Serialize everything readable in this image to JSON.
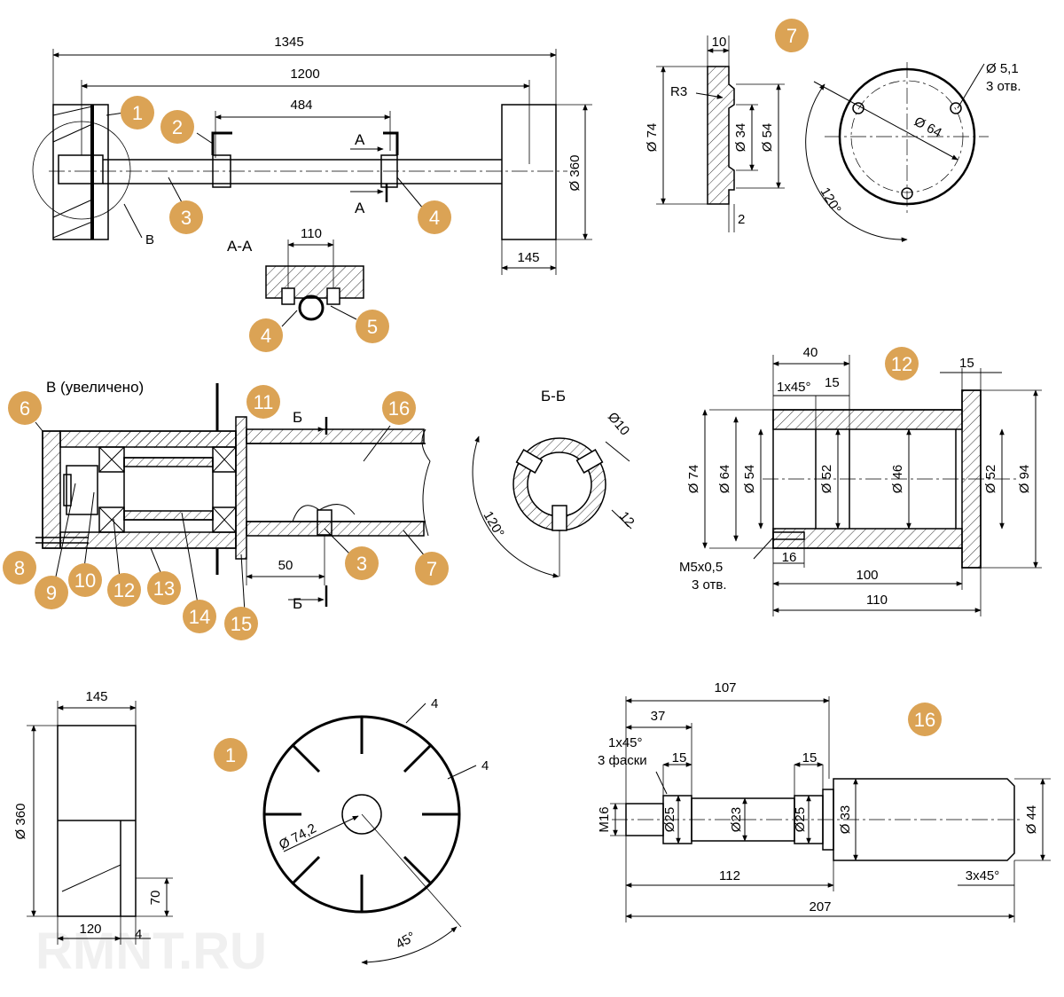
{
  "colors": {
    "badge": "#dba355",
    "line": "#000000",
    "watermark": "#eeeeee"
  },
  "watermark": "RMNT.RU",
  "badges": [
    "1",
    "2",
    "3",
    "4",
    "4",
    "5",
    "7",
    "11",
    "16",
    "6",
    "8",
    "9",
    "10",
    "12",
    "13",
    "14",
    "15",
    "3",
    "7",
    "12",
    "1",
    "16"
  ],
  "assembly": {
    "dims": [
      "1345",
      "1200",
      "484",
      "145",
      "Ø 360"
    ],
    "section_marks": [
      "A",
      "A"
    ],
    "view_mark": "B"
  },
  "section_aa": {
    "title": "A-A",
    "dims": [
      "110"
    ]
  },
  "flange7": {
    "dims": [
      "10",
      "R3",
      "Ø 74",
      "Ø 34",
      "Ø 54",
      "2",
      "Ø 64",
      "120°"
    ],
    "hole_label": [
      "Ø 5,1",
      "3 отв."
    ]
  },
  "detail_b": {
    "title": "В (увеличено)",
    "section_marks": [
      "Б",
      "Б"
    ],
    "dims": [
      "50"
    ]
  },
  "section_bb": {
    "title": "Б-Б",
    "dims": [
      "Ø10",
      "120°",
      "12"
    ]
  },
  "sleeve12": {
    "dims": [
      "40",
      "1x45°",
      "15",
      "15",
      "Ø 74",
      "Ø 64",
      "Ø 54",
      "Ø 52",
      "Ø 46",
      "Ø 52",
      "Ø 94",
      "16",
      "100",
      "110"
    ],
    "thread_label": [
      "M5x0,5",
      "3 отв."
    ]
  },
  "wheel1": {
    "dims": [
      "145",
      "Ø 360",
      "70",
      "120",
      "4",
      "4",
      "4",
      "Ø 74,2",
      "45°"
    ]
  },
  "axle16": {
    "dims": [
      "107",
      "37",
      "15",
      "15",
      "M16",
      "Ø25",
      "Ø23",
      "Ø25",
      "Ø 33",
      "Ø 44",
      "112",
      "3x45°",
      "207"
    ],
    "chamfer_label": [
      "1x45°",
      "3 фаски"
    ]
  }
}
